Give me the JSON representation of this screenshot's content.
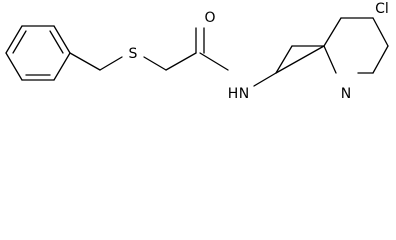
{
  "molecule": {
    "atoms": {
      "sulfur": "S",
      "oxygen": "O",
      "amide_nitrogen": "H",
      "amide_nitrogen_n": "N",
      "pyridine_nitrogen": "N",
      "chlorine": "Cl"
    }
  }
}
